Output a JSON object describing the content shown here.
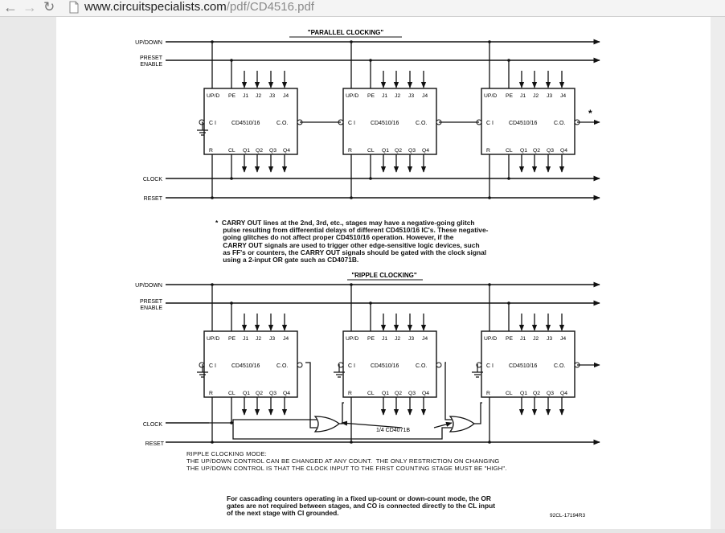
{
  "browser": {
    "back_icon": "back-arrow-icon",
    "forward_icon": "forward-arrow-icon",
    "reload_icon": "reload-icon",
    "page_icon": "page-icon",
    "url_host": "www.circuitspecialists.com",
    "url_path": "/pdf/CD4516.pdf"
  },
  "document": {
    "parallel": {
      "title": "\"PARALLEL CLOCKING\"",
      "lines": {
        "updown": "UP/DOWN",
        "preset1": "PRESET",
        "preset2": "ENABLE",
        "clock": "CLOCK",
        "reset": "RESET"
      },
      "carry_mark": "*"
    },
    "ripple": {
      "title": "\"RIPPLE CLOCKING\"",
      "lines": {
        "updown": "UP/DOWN",
        "preset1": "PRESET",
        "preset2": "ENABLE",
        "clock": "CLOCK",
        "reset": "RESET"
      },
      "gate_label": "1/4 CD4071B"
    },
    "chip": {
      "part": "CD4510/16",
      "pins": {
        "updn": "UP/D",
        "pe": "PE",
        "j1": "J1",
        "j2": "J2",
        "j3": "J3",
        "j4": "J4",
        "ci": "C I",
        "co": "C.O.",
        "r": "R",
        "cl": "CL",
        "q1": "Q1",
        "q2": "Q2",
        "q3": "Q3",
        "q4": "Q4"
      }
    },
    "footnote_lines": [
      "*  CARRY OUT lines at the 2nd, 3rd, etc., stages may have a negative-going glitch",
      "    pulse resulting from differential delays of different CD4510/16 IC's. These negative-",
      "    going glitches do not affect proper CD4510/16 operation. However, if the",
      "    CARRY OUT signals are used to trigger other edge-sensitive logic devices, such",
      "    as FF's or counters, the CARRY OUT signals should be gated with the clock signal",
      "    using a 2-input OR gate such as CD4071B."
    ],
    "ripple_mode_lines": [
      "RIPPLE CLOCKING MODE:",
      "THE UP/DOWN CONTROL CAN BE CHANGED AT ANY COUNT.  THE ONLY RESTRICTION ON CHANGING",
      "THE UP/DOWN CONTROL IS THAT THE CLOCK INPUT TO THE FIRST COUNTING STAGE MUST BE \"HIGH\"."
    ],
    "cascade_lines": [
      "For cascading counters operating in a fixed up-count or down-count mode, the OR",
      "gates are not required between stages, and CO is connected directly to the CL input",
      "of the next stage with CI grounded."
    ],
    "figure_code": "92CL-17194R3"
  }
}
